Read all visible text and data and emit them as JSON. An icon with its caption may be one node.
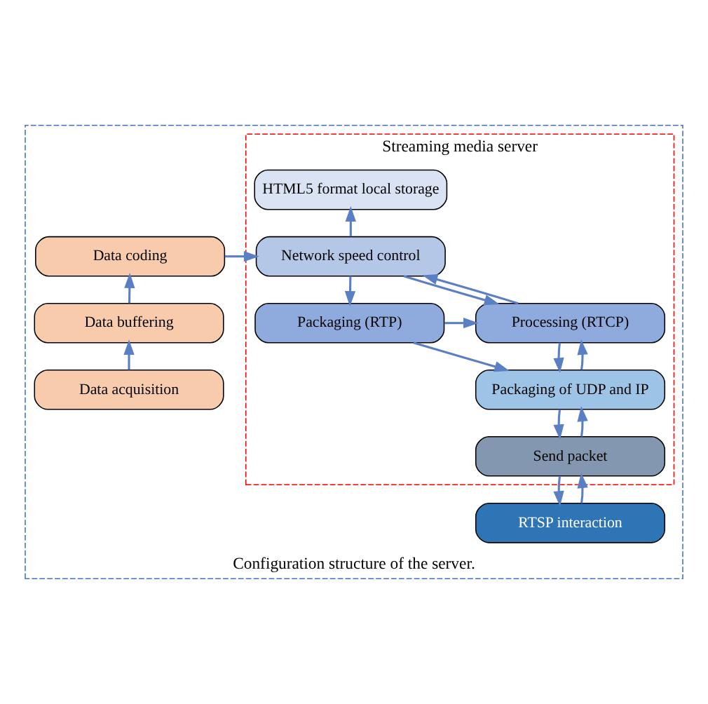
{
  "diagram": {
    "nodes": [
      {
        "text": [
          "Configuration structure of the server."
        ]
      },
      {
        "text": [
          "Streaming media server"
        ],
        "in": 0
      },
      {
        "text": [
          "HTML5 format local storage"
        ],
        "in": 1
      },
      {
        "text": [
          "Network speed control"
        ],
        "in": 1
      },
      {
        "text": [
          "Packaging (RTP)"
        ],
        "in": 1
      },
      {
        "text": [
          "Processing (RTCP)"
        ],
        "in": 1
      },
      {
        "text": [
          "Packaging of UDP and IP"
        ],
        "in": 1
      },
      {
        "text": [
          "Send packet"
        ],
        "in": 1
      },
      {
        "text": [
          "RTSP interaction"
        ],
        "in": 0
      },
      {
        "text": [
          "Data coding"
        ],
        "in": 0
      },
      {
        "text": [
          "Data buffering"
        ],
        "in": 0
      },
      {
        "text": [
          "Data acquisition"
        ],
        "in": 0
      }
    ],
    "edges": [
      {
        "from": 11,
        "to": 10,
        "arrow": "to"
      },
      {
        "from": 10,
        "to": 9,
        "arrow": "to"
      },
      {
        "from": 9,
        "to": 3,
        "arrow": "to"
      },
      {
        "from": 3,
        "to": 2,
        "arrow": "to"
      },
      {
        "from": 3,
        "to": 4,
        "arrow": "to"
      },
      {
        "from": 4,
        "to": 5,
        "arrow": "to"
      },
      {
        "from": 5,
        "to": 3,
        "arrow": "to"
      },
      {
        "from": 3,
        "to": 5,
        "arrow": "to"
      },
      {
        "from": 4,
        "to": 6,
        "arrow": "to"
      },
      {
        "from": 5,
        "to": 6,
        "arrow": "to"
      },
      {
        "from": 6,
        "to": 5,
        "arrow": "to"
      },
      {
        "from": 6,
        "to": 7,
        "arrow": "to"
      },
      {
        "from": 7,
        "to": 6,
        "arrow": "to"
      },
      {
        "from": 7,
        "to": 8,
        "arrow": "to"
      },
      {
        "from": 8,
        "to": 7,
        "arrow": "to"
      }
    ]
  }
}
